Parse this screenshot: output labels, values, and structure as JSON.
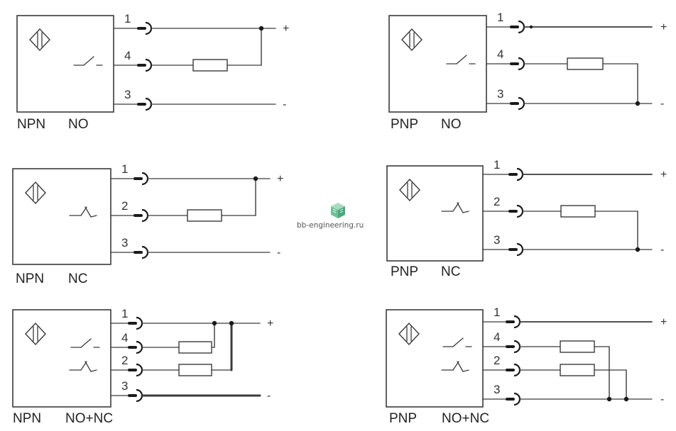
{
  "watermark": {
    "text": "bb-engineering.ru",
    "logo": "cube-logo"
  },
  "symbols": {
    "plus": "+",
    "minus": "-"
  },
  "diagrams": [
    {
      "id": "npn-no",
      "label_type": "NPN",
      "label_mode": "NO",
      "terminals": [
        "1",
        "4",
        "3"
      ],
      "contacts": [
        "no"
      ],
      "resistors_to": "plus"
    },
    {
      "id": "pnp-no",
      "label_type": "PNP",
      "label_mode": "NO",
      "terminals": [
        "1",
        "4",
        "3"
      ],
      "contacts": [
        "no"
      ],
      "resistors_to": "minus"
    },
    {
      "id": "npn-nc",
      "label_type": "NPN",
      "label_mode": "NC",
      "terminals": [
        "1",
        "2",
        "3"
      ],
      "contacts": [
        "nc"
      ],
      "resistors_to": "plus"
    },
    {
      "id": "pnp-nc",
      "label_type": "PNP",
      "label_mode": "NC",
      "terminals": [
        "1",
        "2",
        "3"
      ],
      "contacts": [
        "nc"
      ],
      "resistors_to": "minus"
    },
    {
      "id": "npn-nonc",
      "label_type": "NPN",
      "label_mode": "NO+NC",
      "terminals": [
        "1",
        "4",
        "2",
        "3"
      ],
      "contacts": [
        "no",
        "nc"
      ],
      "resistors_to": "plus"
    },
    {
      "id": "pnp-nonc",
      "label_type": "PNP",
      "label_mode": "NO+NC",
      "terminals": [
        "1",
        "4",
        "2",
        "3"
      ],
      "contacts": [
        "no",
        "nc"
      ],
      "resistors_to": "minus"
    }
  ]
}
